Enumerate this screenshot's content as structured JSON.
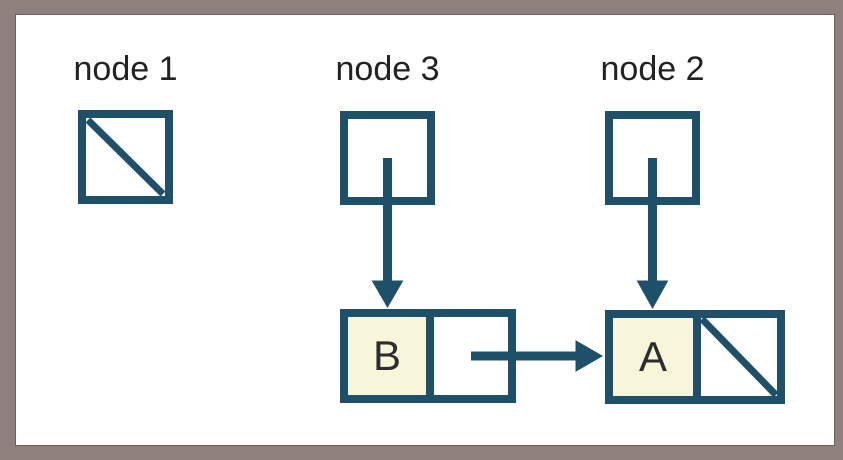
{
  "nodes": [
    {
      "label": "node 1",
      "points_to": "null"
    },
    {
      "label": "node 3",
      "points_to": "B"
    },
    {
      "label": "node 2",
      "points_to": "A"
    }
  ],
  "list_cells": [
    {
      "value": "B",
      "next": "A"
    },
    {
      "value": "A",
      "next": "null"
    }
  ],
  "icons": {
    "null_pointer": "diagonal-slash",
    "node_pointer": "arrow-down",
    "next_pointer": "arrow-right"
  },
  "colors": {
    "frame-bg": "#8e817d",
    "canvas-bg": "#ffffff",
    "stroke": "#1e506a",
    "cell-fill": "#f7f5da",
    "label-text": "#222222",
    "value-text": "#2d2d2d"
  }
}
